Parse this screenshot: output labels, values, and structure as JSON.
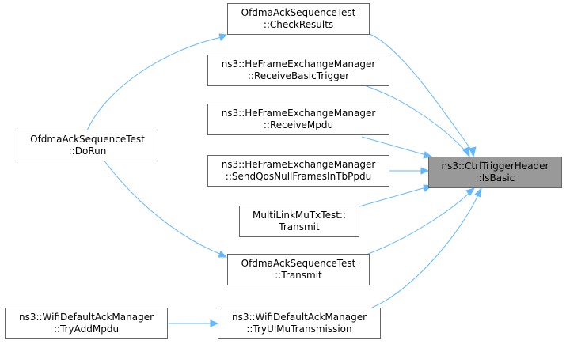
{
  "graph": {
    "focus": {
      "id": "isbasic",
      "line1": "ns3::CtrlTriggerHeader",
      "line2": "::IsBasic"
    },
    "nodes": [
      {
        "id": "checkresults",
        "line1": "OfdmaAckSequenceTest",
        "line2": "::CheckResults"
      },
      {
        "id": "receivebasictrigger",
        "line1": "ns3::HeFrameExchangeManager",
        "line2": "::ReceiveBasicTrigger"
      },
      {
        "id": "receivempdu",
        "line1": "ns3::HeFrameExchangeManager",
        "line2": "::ReceiveMpdu"
      },
      {
        "id": "sendqosnull",
        "line1": "ns3::HeFrameExchangeManager",
        "line2": "::SendQosNullFramesInTbPpdu"
      },
      {
        "id": "mlmu-transmit",
        "line1": "MultiLinkMuTxTest::",
        "line2": "Transmit"
      },
      {
        "id": "ofdma-transmit",
        "line1": "OfdmaAckSequenceTest",
        "line2": "::Transmit"
      },
      {
        "id": "tryulmu",
        "line1": "ns3::WifiDefaultAckManager",
        "line2": "::TryUlMuTransmission"
      },
      {
        "id": "dorun",
        "line1": "OfdmaAckSequenceTest",
        "line2": "::DoRun"
      },
      {
        "id": "tryaddmpdu",
        "line1": "ns3::WifiDefaultAckManager",
        "line2": "::TryAddMpdu"
      }
    ],
    "edges": [
      {
        "from": "checkresults",
        "to": "isbasic"
      },
      {
        "from": "receivebasictrigger",
        "to": "isbasic"
      },
      {
        "from": "receivempdu",
        "to": "isbasic"
      },
      {
        "from": "sendqosnull",
        "to": "isbasic"
      },
      {
        "from": "mlmu-transmit",
        "to": "isbasic"
      },
      {
        "from": "ofdma-transmit",
        "to": "isbasic"
      },
      {
        "from": "tryulmu",
        "to": "isbasic"
      },
      {
        "from": "dorun",
        "to": "checkresults"
      },
      {
        "from": "dorun",
        "to": "ofdma-transmit"
      },
      {
        "from": "tryaddmpdu",
        "to": "tryulmu"
      }
    ],
    "colors": {
      "edge": "#63b8ff",
      "focus_fill": "#999999",
      "node_border": "#666666"
    }
  }
}
